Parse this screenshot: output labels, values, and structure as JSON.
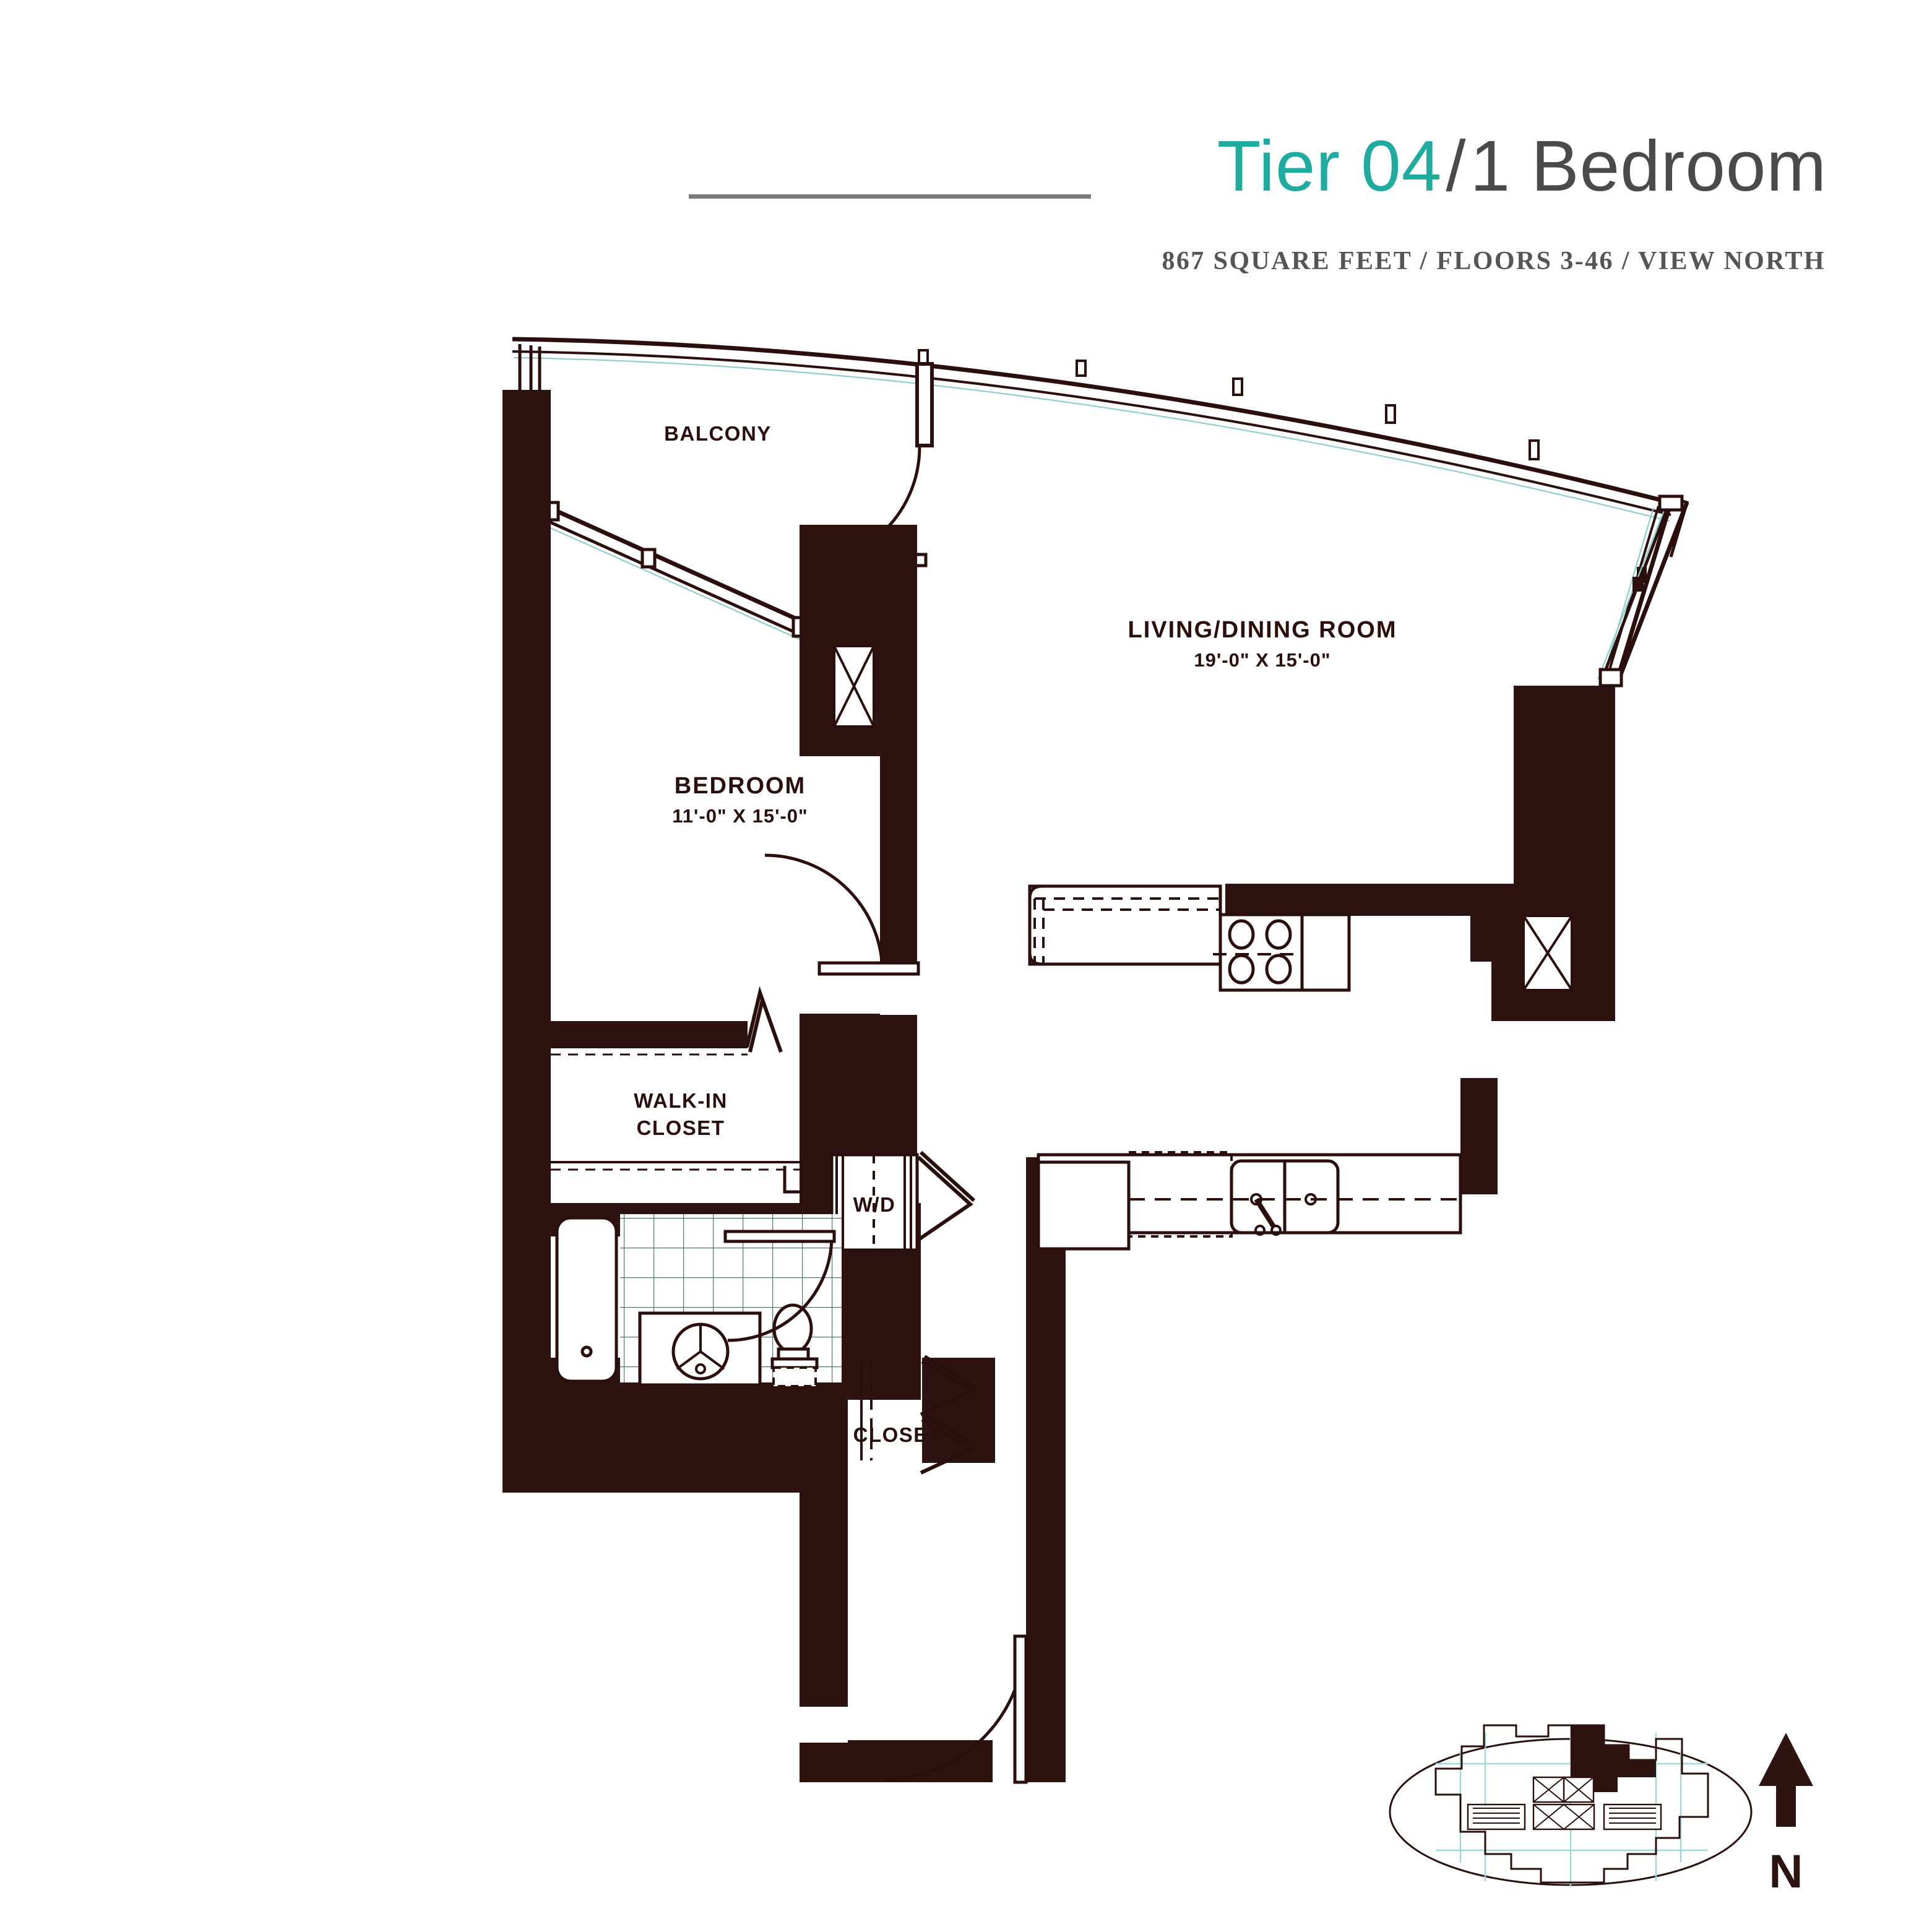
{
  "header": {
    "tier_label": "Tier 04",
    "separator": "/",
    "unit_type": "1 Bedroom",
    "subtitle": "867 SQUARE FEET / FLOORS 3-46 / VIEW NORTH",
    "square_feet": "867",
    "floors": "3-46",
    "view": "NORTH",
    "accent_color": "#1fab9f",
    "title_color": "#4a4a4a",
    "rule_color": "#7a7a7a"
  },
  "plan": {
    "wall_color": "#2e1410",
    "line_color": "#2a0f0c",
    "glass_color": "#8ecfcb",
    "background": "#ffffff",
    "rooms": [
      {
        "name": "balcony",
        "label": "BALCONY",
        "dimensions": ""
      },
      {
        "name": "living-dining",
        "label": "LIVING/DINING ROOM",
        "dimensions": "19'-0\" X 15'-0\""
      },
      {
        "name": "bedroom",
        "label": "BEDROOM",
        "dimensions": "11'-0\" X 15'-0\""
      },
      {
        "name": "walk-in-closet",
        "label_line1": "WALK-IN",
        "label_line2": "CLOSET",
        "label": "WALK-IN CLOSET",
        "dimensions": ""
      },
      {
        "name": "washer-dryer",
        "label": "W/D",
        "dimensions": ""
      },
      {
        "name": "closet",
        "label": "CLOSET",
        "dimensions": ""
      }
    ],
    "labels": {
      "balcony": "BALCONY",
      "living_dining": "LIVING/DINING ROOM",
      "living_dining_dim": "19'-0\" X 15'-0\"",
      "bedroom": "BEDROOM",
      "bedroom_dim": "11'-0\" X 15'-0\"",
      "walkin_line1": "WALK-IN",
      "walkin_line2": "CLOSET",
      "wd": "W/D",
      "closet": "CLOSET"
    }
  },
  "keyplan": {
    "highlight_color": "#2e1410",
    "outline_color": "#2a0f0c",
    "inner_color": "#9fd8d4"
  },
  "compass": {
    "direction_letter": "N",
    "arrow_color": "#2e1410"
  }
}
